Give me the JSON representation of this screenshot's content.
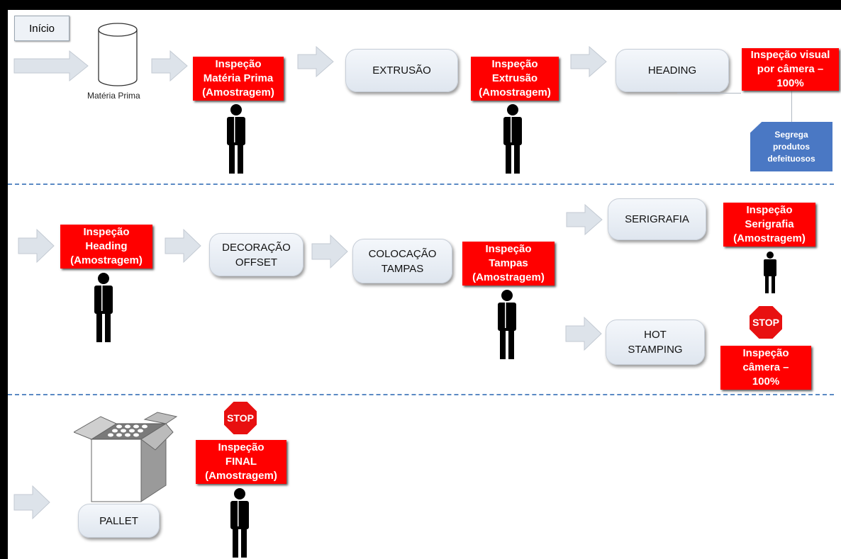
{
  "start": "Início",
  "materia_prima_label": "Matéria Prima",
  "processes": {
    "extrusao": "EXTRUSÃO",
    "heading": "HEADING",
    "decoracao": "DECORAÇÃO\nOFFSET",
    "colocacao": "COLOCAÇÃO\nTAMPAS",
    "serigrafia": "SERIGRAFIA",
    "hot_stamping": "HOT\nSTAMPING",
    "pallet": "PALLET"
  },
  "inspections": {
    "materia_prima": "Inspeção\nMatéria Prima\n(Amostragem)",
    "extrusao": "Inspeção\nExtrusão\n(Amostragem)",
    "camera_heading": "Inspeção visual\npor  câmera –\n100%",
    "heading": "Inspeção\nHeading\n(Amostragem)",
    "tampas": "Inspeção\nTampas\n(Amostragem)",
    "serigrafia": "Inspeção\nSerigrafia\n(Amostragem)",
    "camera_hot": "Inspeção\ncâmera –\n100%",
    "final": "Inspeção\nFINAL\n(Amostragem)"
  },
  "segrega": "Segrega\nprodutos\ndefeituosos",
  "stop_text": "STOP",
  "colors": {
    "inspection": "#ff0000",
    "note": "#4a78c4",
    "divider": "#5b8ac4"
  }
}
